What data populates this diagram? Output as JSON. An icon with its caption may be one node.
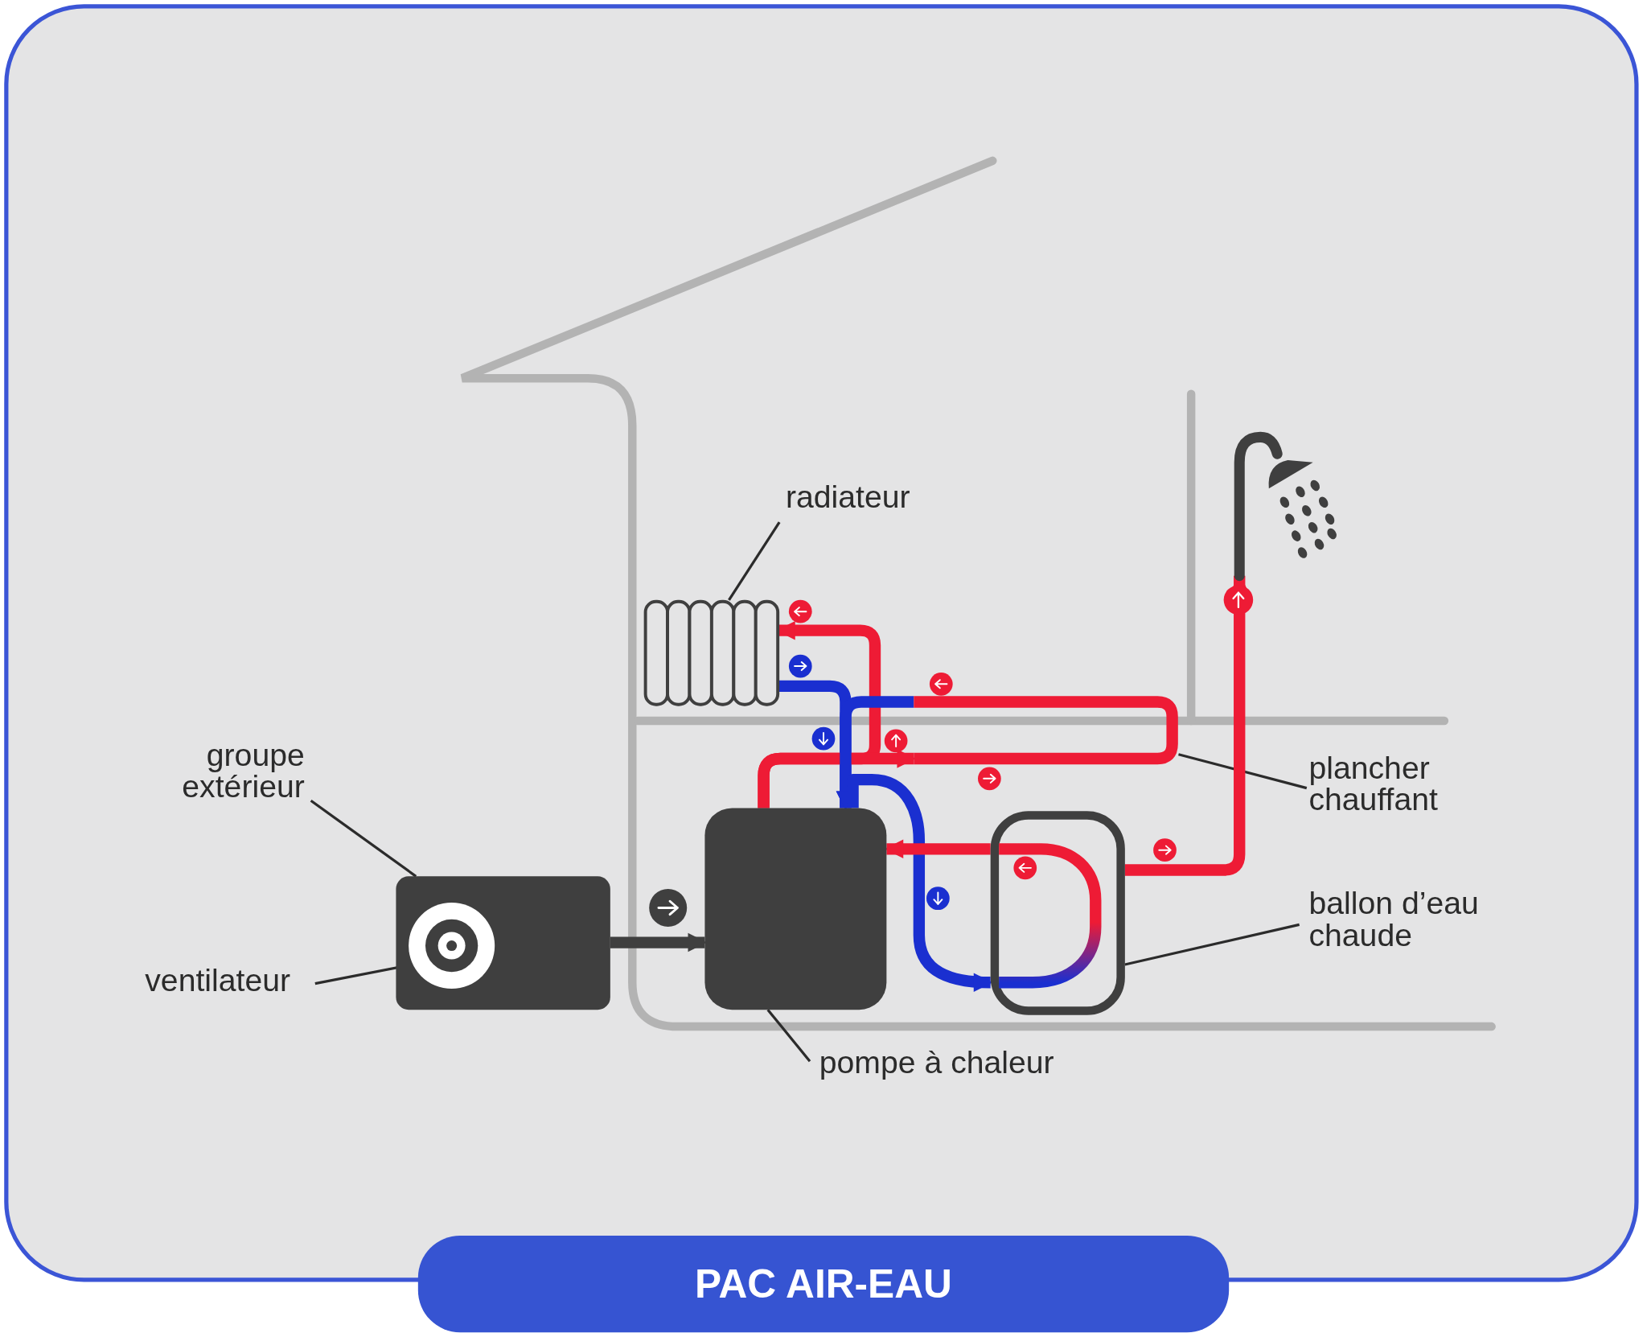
{
  "diagram": {
    "caption": "PAC AIR-EAU",
    "nodes": [
      {
        "text": [
          "radiateur"
        ]
      },
      {
        "text": [
          "groupe extérieur"
        ]
      },
      {
        "text": [
          "ventilateur"
        ]
      },
      {
        "text": [
          "plancher chauffant"
        ]
      },
      {
        "text": [
          "ballon d’eau chaude"
        ]
      },
      {
        "text": [
          "pompe à chaleur"
        ]
      },
      {
        "text": [],
        "shape": "picture"
      },
      {
        "text": [],
        "shape": "box"
      },
      {
        "text": [],
        "shape": "circle",
        "in": 7
      },
      {
        "text": [],
        "shape": "picture"
      },
      {
        "text": [],
        "shape": "box"
      },
      {
        "text": [],
        "shape": "box"
      },
      {
        "text": [],
        "shape": "picture"
      }
    ],
    "edges": [
      {
        "from": 0,
        "to": 6,
        "arrow": "none"
      },
      {
        "from": 1,
        "to": 7,
        "arrow": "none"
      },
      {
        "from": 2,
        "to": 8,
        "arrow": "none"
      },
      {
        "from": 3,
        "to": 9,
        "arrow": "none"
      },
      {
        "from": 4,
        "to": 11,
        "arrow": "none"
      },
      {
        "from": 5,
        "to": 10,
        "arrow": "none"
      },
      {
        "from": 7,
        "to": 10,
        "arrow": "to",
        "color": "#3f3f3f"
      },
      {
        "from": 10,
        "to": 6,
        "arrow": "to",
        "color": "#ee1b35"
      },
      {
        "from": 6,
        "to": 10,
        "arrow": "to",
        "color": "#1a2fd0"
      },
      {
        "from": 10,
        "to": 9,
        "arrow": "to",
        "color": "#ee1b35"
      },
      {
        "from": 9,
        "to": 10,
        "arrow": "to",
        "color": "#1a2fd0"
      },
      {
        "from": 10,
        "to": 11,
        "arrow": "to",
        "color": "#1a2fd0"
      },
      {
        "from": 11,
        "to": 10,
        "arrow": "to",
        "color": "#ee1b35"
      },
      {
        "from": 11,
        "to": 12,
        "arrow": "to",
        "color": "#ee1b35"
      }
    ]
  }
}
